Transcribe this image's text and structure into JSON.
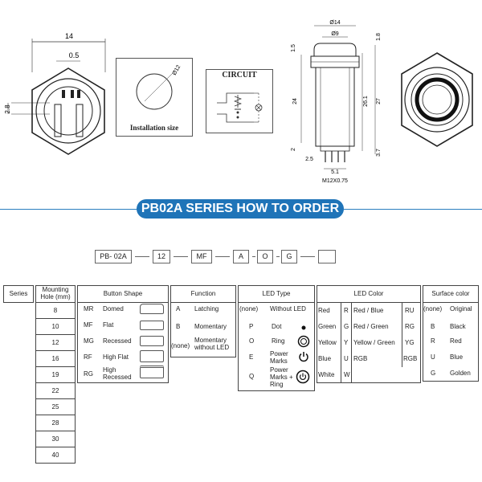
{
  "drawings": {
    "front": {
      "width": "14",
      "pin_offset": "0.5",
      "pin_spacing": "2.8"
    },
    "installation": {
      "diameter": "Ø12",
      "caption": "Installation size"
    },
    "circuit": {
      "title": "CIRCUIT"
    },
    "side": {
      "top_dia": "Ø14",
      "inner_dia": "Ø9",
      "dim_a": "1.5",
      "dim_b": "1.8",
      "dim_c": "24",
      "dim_d": "26.1",
      "dim_e": "27",
      "dim_f": "2",
      "dim_g": "2.5",
      "dim_h": "3.7",
      "dim_i": "5.1",
      "thread": "M12X0.75"
    }
  },
  "banner": {
    "title": "PB02A SERIES HOW TO ORDER"
  },
  "code": [
    "PB- 02A",
    "12",
    "MF",
    "A",
    "O",
    "G",
    ""
  ],
  "headers": {
    "series": "Series",
    "hole": "Mounting Hole (mm)",
    "shape": "Button Shape",
    "function": "Function",
    "led_type": "LED Type",
    "led_color": "LED Color",
    "surface": "Surface color"
  },
  "hole_sizes": [
    "8",
    "10",
    "12",
    "16",
    "19",
    "22",
    "25",
    "28",
    "30",
    "40"
  ],
  "shapes": [
    {
      "code": "MR",
      "name": "Domed"
    },
    {
      "code": "MF",
      "name": "Flat"
    },
    {
      "code": "MG",
      "name": "Recessed"
    },
    {
      "code": "RF",
      "name": "High Flat"
    },
    {
      "code": "RG",
      "name": "High Recessed"
    }
  ],
  "functions": [
    {
      "code": "A",
      "name": "Latching"
    },
    {
      "code": "B",
      "name": "Momentary"
    },
    {
      "code": "(none)",
      "name": "Momentary without LED"
    }
  ],
  "led_types": [
    {
      "code": "(none)",
      "name": "Without LED",
      "icon": ""
    },
    {
      "code": "P",
      "name": "Dot",
      "icon": "dot-icon"
    },
    {
      "code": "O",
      "name": "Ring",
      "icon": "ring-icon"
    },
    {
      "code": "E",
      "name": "Power Marks",
      "icon": "power-icon"
    },
    {
      "code": "Q",
      "name": "Power Marks + Ring",
      "icon": "power-ring-icon"
    }
  ],
  "led_colors": [
    {
      "name": "Red",
      "code": "R",
      "name2": "Red / Blue",
      "code2": "RU"
    },
    {
      "name": "Green",
      "code": "G",
      "name2": "Red / Green",
      "code2": "RG"
    },
    {
      "name": "Yellow",
      "code": "Y",
      "name2": "Yellow / Green",
      "code2": "YG"
    },
    {
      "name": "Blue",
      "code": "U",
      "name2": "RGB",
      "code2": "RGB"
    },
    {
      "name": "White",
      "code": "W",
      "name2": "",
      "code2": ""
    }
  ],
  "surfaces": [
    {
      "code": "(none)",
      "name": "Original"
    },
    {
      "code": "B",
      "name": "Black"
    },
    {
      "code": "R",
      "name": "Red"
    },
    {
      "code": "U",
      "name": "Blue"
    },
    {
      "code": "G",
      "name": "Golden"
    }
  ],
  "colors": {
    "accent": "#1f74b8",
    "line": "#444444"
  }
}
